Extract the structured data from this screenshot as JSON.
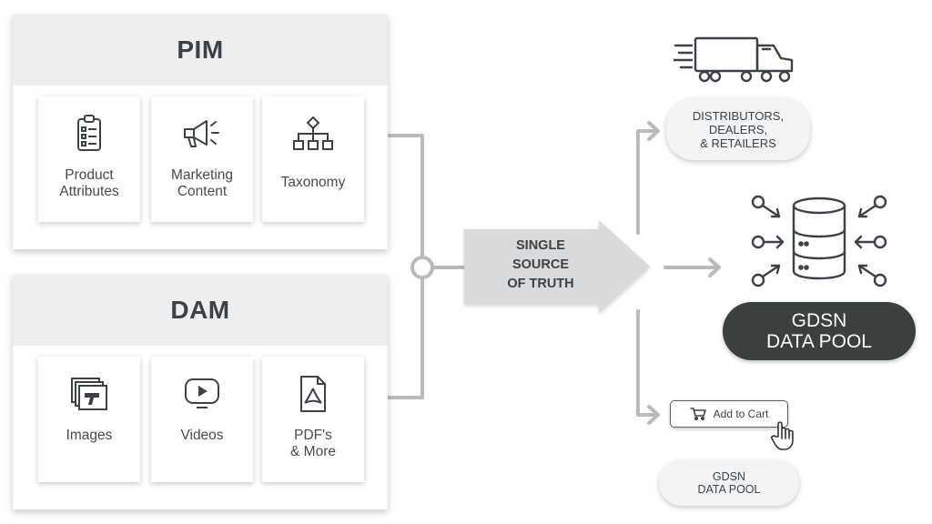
{
  "pim": {
    "title": "PIM",
    "cards": [
      {
        "label": "Product\nAttributes",
        "icon": "clipboard-icon"
      },
      {
        "label": "Marketing\nContent",
        "icon": "megaphone-icon"
      },
      {
        "label": "Taxonomy",
        "icon": "hierarchy-icon"
      }
    ]
  },
  "dam": {
    "title": "DAM",
    "cards": [
      {
        "label": "Images",
        "icon": "images-icon"
      },
      {
        "label": "Videos",
        "icon": "video-play-icon"
      },
      {
        "label": "PDF's\n& More",
        "icon": "pdf-file-icon"
      }
    ]
  },
  "center": {
    "label": "SINGLE\nSOURCE\nOF TRUTH"
  },
  "outputs": {
    "distributors": {
      "label": "DISTRIBUTORS,\nDEALERS,\n& RETAILERS",
      "icon": "truck-icon"
    },
    "gdsn_main": {
      "label": "GDSN\nDATA POOL",
      "icon": "database-icon"
    },
    "add_to_cart": {
      "label": "Add to Cart",
      "icon": "cart-icon"
    },
    "gdsn_small": {
      "label": "GDSN\nDATA POOL"
    }
  },
  "colors": {
    "connector": "#b8babb",
    "panel_header": "#eceef0",
    "dark_pill": "#3a403e",
    "icon_stroke": "#3c4147"
  }
}
